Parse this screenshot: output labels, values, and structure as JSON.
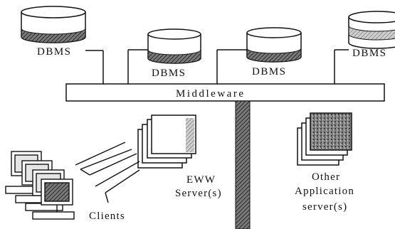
{
  "labels": {
    "dbms_1": "DBMS",
    "dbms_2": "DBMS",
    "dbms_3": "DBMS",
    "dbms_4": "DBMS",
    "middleware": "Middleware",
    "eww_line1": "EWW",
    "eww_line2": "Server(s)",
    "other_line1": "Other",
    "other_line2": "Application",
    "other_line3": "server(s)",
    "clients": "Clients"
  },
  "colors": {
    "ink": "#111111",
    "hatch_dark": "#4a4a4a",
    "hatch_light": "#9a9a9a",
    "background": "#ffffff"
  }
}
